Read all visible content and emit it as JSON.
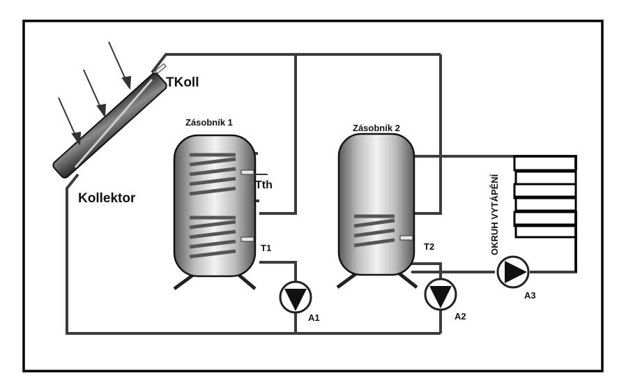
{
  "labels": {
    "collector": "Kollektor",
    "collector_sensor": "TKoll",
    "tank1_title": "Zásobník 1",
    "tank2_title": "Zásobník 2",
    "sensor_tth": "Tth",
    "sensor_t1": "T1",
    "sensor_t2": "T2",
    "pump_a1": "A1",
    "pump_a2": "A2",
    "pump_a3": "A3",
    "heating_circuit": "OKRUH VYTÁPĚNÍ"
  },
  "colors": {
    "frame": "#000000",
    "pipe": "#3c3c3c",
    "tank_dark": "#555555",
    "tank_light": "#f2f2f2",
    "coil": "#555555",
    "sensor": "#e8e8e8"
  }
}
